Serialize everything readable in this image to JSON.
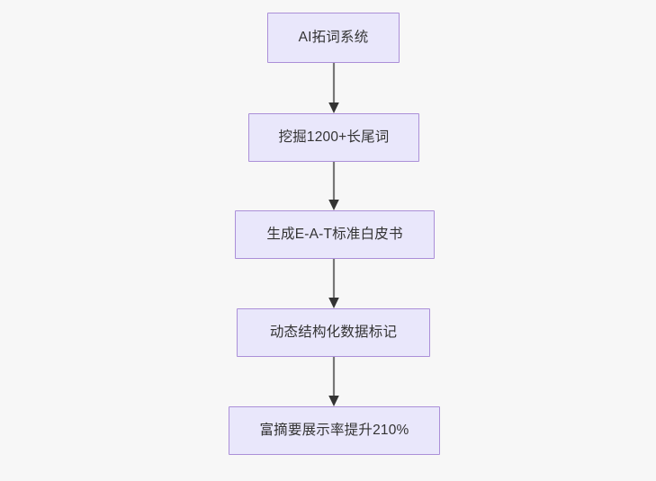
{
  "diagram": {
    "type": "flowchart",
    "direction": "top-to-bottom",
    "background_color": "#f7f7f7",
    "node_fill_color": "#e9e7fb",
    "node_border_color": "#ab8fd8",
    "node_text_color": "#333333",
    "edge_color": "#777777",
    "arrowhead_color": "#333333",
    "nodes": [
      {
        "id": "n1",
        "label": "AI拓词系统"
      },
      {
        "id": "n2",
        "label": "挖掘1200+长尾词"
      },
      {
        "id": "n3",
        "label": "生成E-A-T标准白皮书"
      },
      {
        "id": "n4",
        "label": "动态结构化数据标记"
      },
      {
        "id": "n5",
        "label": "富摘要展示率提升210%"
      }
    ],
    "edges": [
      {
        "from": "n1",
        "to": "n2",
        "label": ""
      },
      {
        "from": "n2",
        "to": "n3",
        "label": ""
      },
      {
        "from": "n3",
        "to": "n4",
        "label": ""
      },
      {
        "from": "n4",
        "to": "n5",
        "label": ""
      }
    ]
  }
}
